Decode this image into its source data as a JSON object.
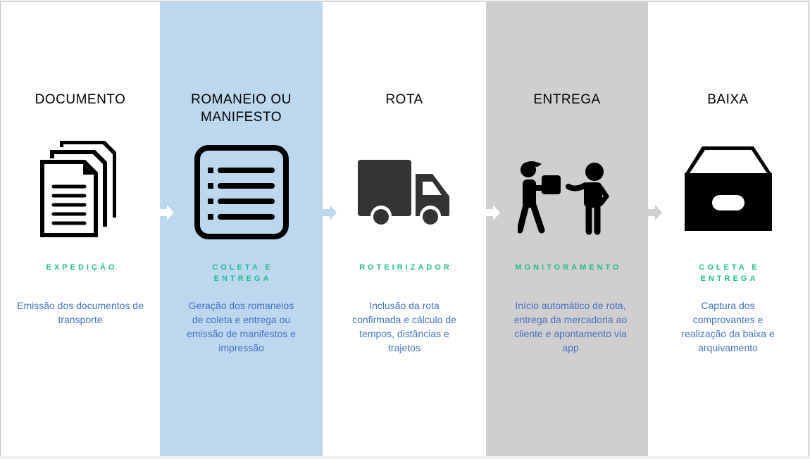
{
  "colors": {
    "column_white": "#ffffff",
    "column_blue": "#bdd7ee",
    "column_gray": "#d0cece",
    "tag_green": "#1fbe91",
    "description_blue": "#4472c4",
    "icon_black": "#000000",
    "truck_gray": "#333333"
  },
  "steps": [
    {
      "title": "DOCUMENTO",
      "icon": "documents-stack-icon",
      "tag": "EXPEDIÇÃO",
      "description": "Emissão dos documentos de transporte"
    },
    {
      "title": "ROMANEIO OU MANIFESTO",
      "icon": "list-icon",
      "tag": "COLETA E ENTREGA",
      "description": "Geração dos romaneios de coleta e entrega ou emissão de manifestos e impressão"
    },
    {
      "title": "ROTA",
      "icon": "truck-icon",
      "tag": "ROTEIRIZADOR",
      "description": "Inclusão da rota confirmada e cálculo de tempos, distâncias e trajetos"
    },
    {
      "title": "ENTREGA",
      "icon": "delivery-handover-icon",
      "tag": "MONITORAMENTO",
      "description": "Início automático de rota, entrega da mercadoria ao cliente e apontamento via app"
    },
    {
      "title": "BAIXA",
      "icon": "archive-box-icon",
      "tag": "COLETA E ENTREGA",
      "description": "Captura dos comprovantes e realização da baixa e arquivamento"
    }
  ],
  "connectors": [
    {
      "icon": "arrow-right-icon"
    },
    {
      "icon": "arrow-right-icon"
    },
    {
      "icon": "arrow-right-icon"
    },
    {
      "icon": "arrow-right-icon"
    }
  ]
}
